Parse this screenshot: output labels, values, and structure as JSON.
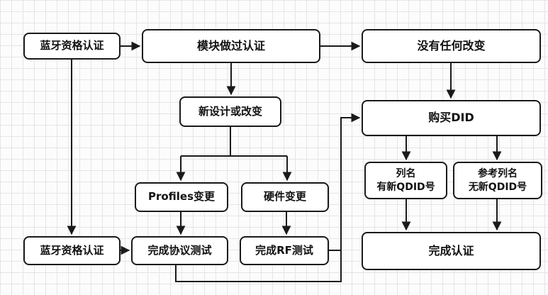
{
  "diagram": {
    "type": "flowchart",
    "nodes": {
      "bt_cert_top": {
        "label": "蓝牙资格认证"
      },
      "module_certified": {
        "label": "模块做过认证"
      },
      "no_change": {
        "label": "没有任何改变"
      },
      "new_design": {
        "label": "新设计或改变"
      },
      "profiles_change": {
        "label": "Profiles变更"
      },
      "hardware_change": {
        "label": "硬件变更"
      },
      "buy_did": {
        "label": "购买DID"
      },
      "listed_new_qdid": {
        "line1": "列名",
        "line2": "有新QDID号"
      },
      "ref_listed_no_qdid": {
        "line1": "参考列名",
        "line2": "无新QDID号"
      },
      "bt_cert_bottom": {
        "label": "蓝牙资格认证"
      },
      "protocol_test": {
        "label": "完成协议测试"
      },
      "rf_test": {
        "label": "完成RF测试"
      },
      "complete_cert": {
        "label": "完成认证"
      }
    },
    "edges": [
      {
        "from": "bt_cert_top",
        "to": "module_certified"
      },
      {
        "from": "module_certified",
        "to": "no_change"
      },
      {
        "from": "module_certified",
        "to": "new_design"
      },
      {
        "from": "no_change",
        "to": "buy_did"
      },
      {
        "from": "new_design",
        "to": "profiles_change"
      },
      {
        "from": "new_design",
        "to": "hardware_change"
      },
      {
        "from": "profiles_change",
        "to": "protocol_test"
      },
      {
        "from": "hardware_change",
        "to": "rf_test"
      },
      {
        "from": "buy_did",
        "to": "listed_new_qdid"
      },
      {
        "from": "buy_did",
        "to": "ref_listed_no_qdid"
      },
      {
        "from": "listed_new_qdid",
        "to": "complete_cert"
      },
      {
        "from": "ref_listed_no_qdid",
        "to": "complete_cert"
      },
      {
        "from": "bt_cert_top",
        "to": "bt_cert_bottom"
      },
      {
        "from": "bt_cert_bottom",
        "to": "protocol_test"
      },
      {
        "from": "protocol_test",
        "to": "buy_did"
      },
      {
        "from": "rf_test",
        "to": "buy_did"
      }
    ],
    "colors": {
      "node_border": "#1a1a1a",
      "node_fill": "#ffffff",
      "text": "#111111",
      "arrow": "#1a1a1a",
      "grid_line": "#e5e5e5",
      "background": "#fcfcfc"
    }
  }
}
